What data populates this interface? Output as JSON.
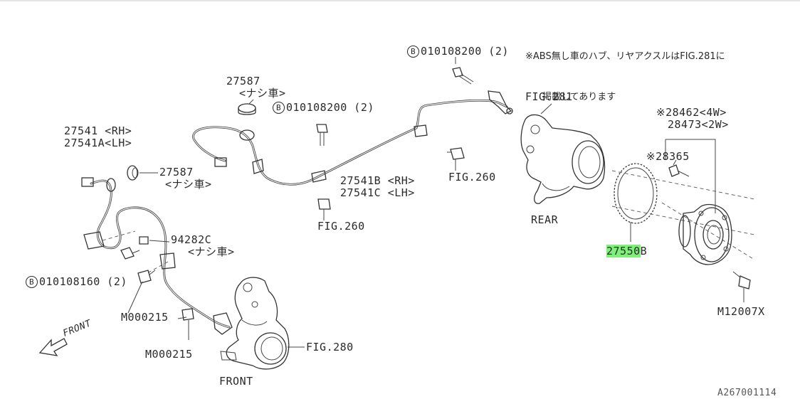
{
  "note": {
    "line1": "※ABS無し車のハブ、リヤアクスルはFIG.281に",
    "line2": "掲載してあります"
  },
  "labels": {
    "bolt_top": "010108200 (2)",
    "bolt_mid": "010108200 (2)",
    "bolt_left": "010108160 (2)",
    "grommet_top_no": "27587",
    "grommet_top_sub": "<ナシ車>",
    "grommet_left_no": "27587",
    "grommet_left_sub": "<ナシ車>",
    "sensor_front_rh": "27541 <RH>",
    "sensor_front_lh": "27541A<LH>",
    "sensor_rear_rh": "27541B <RH>",
    "sensor_rear_lh": "27541C <LH>",
    "clip_no": "94282C",
    "clip_sub": "<ナシ車>",
    "fig260_a": "FIG.260",
    "fig260_b": "FIG.260",
    "fig281": "FIG.281",
    "fig280": "FIG.280",
    "rear": "REAR",
    "front_knuckle": "FRONT",
    "front_arrow": "FRONT",
    "hub_4w": "※28462<4W>",
    "hub_2w": "28473<2W>",
    "hub_bolt": "※28365",
    "tone_ring": "27550",
    "tone_ring_suffix": "B",
    "m000215_a": "M000215",
    "m000215_b": "M000215",
    "m12007x": "M12007X",
    "b_mark": "B",
    "diagram_code": "A267001114"
  },
  "highlight_color": "#7ef07a"
}
